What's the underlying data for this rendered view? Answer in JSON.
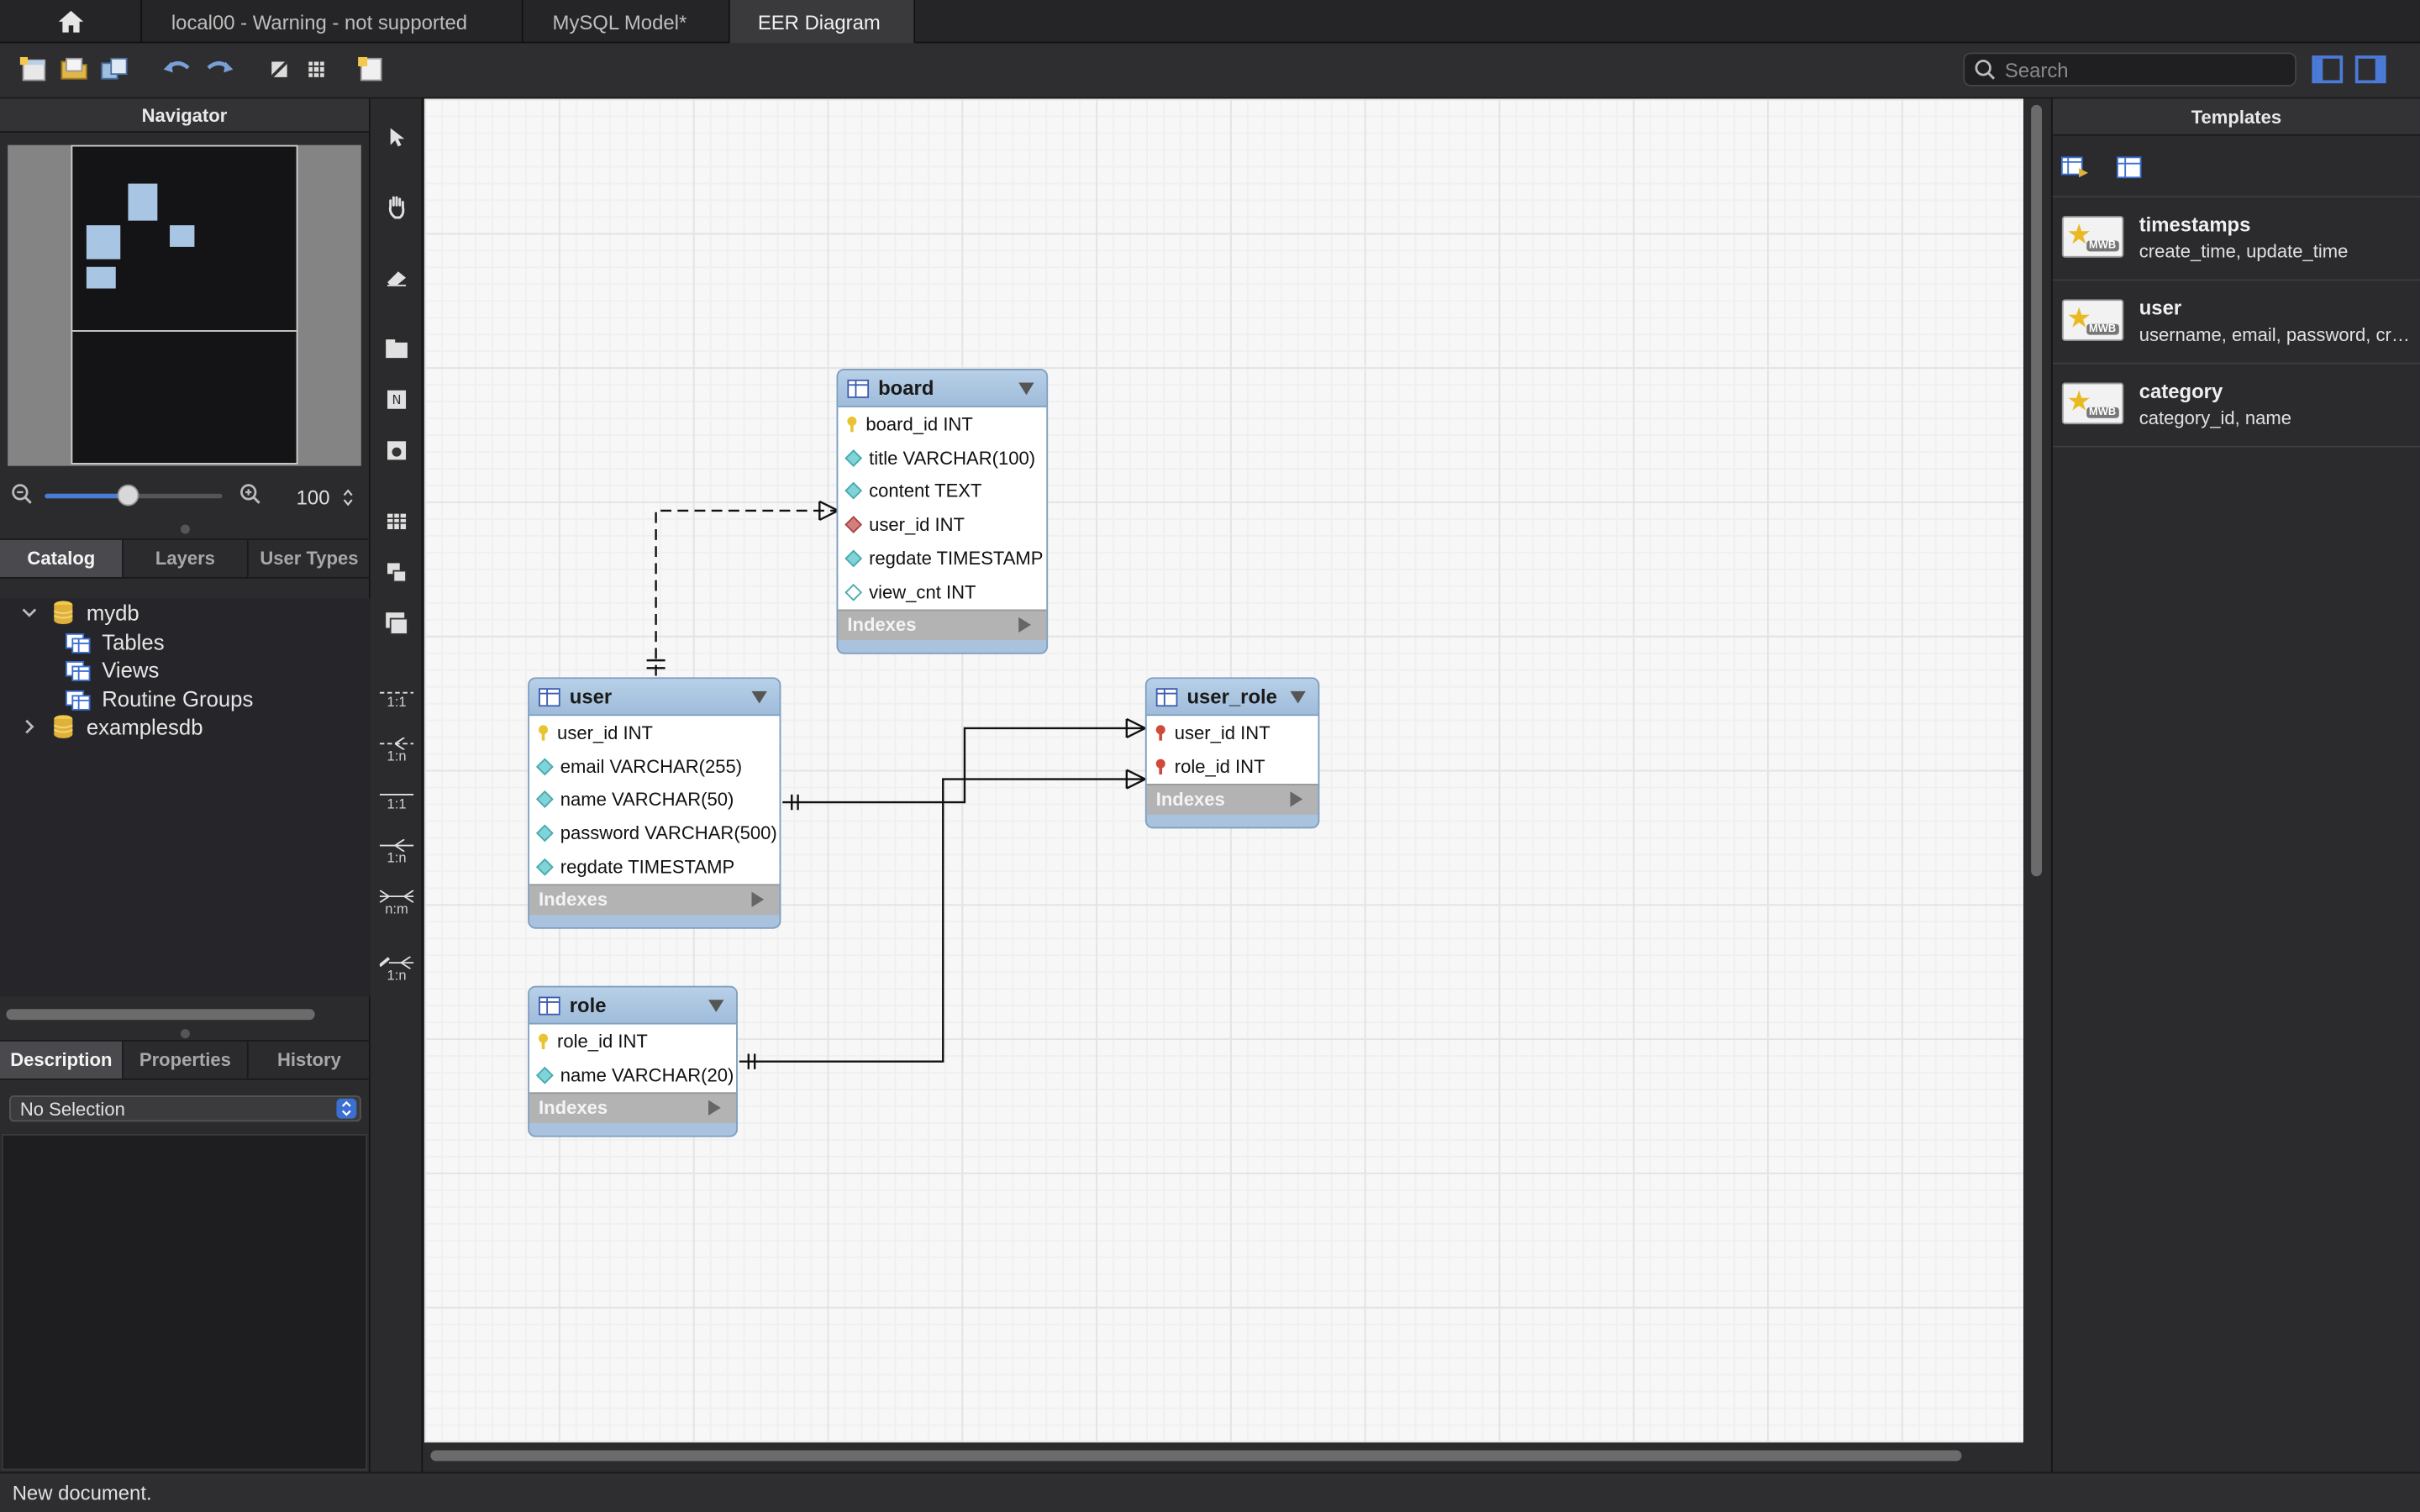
{
  "tabs": {
    "home_icon": "home-icon",
    "items": [
      {
        "label": "local00 - Warning - not supported"
      },
      {
        "label": "MySQL Model*"
      },
      {
        "label": "EER Diagram"
      }
    ]
  },
  "toolbar": {
    "search_placeholder": "Search"
  },
  "navigator": {
    "title": "Navigator",
    "zoom_value": "100"
  },
  "left_tabs": [
    "Catalog",
    "Layers",
    "User Types"
  ],
  "catalog": {
    "items": [
      {
        "label": "mydb"
      },
      {
        "label": "Tables"
      },
      {
        "label": "Views"
      },
      {
        "label": "Routine Groups"
      },
      {
        "label": "examplesdb"
      }
    ]
  },
  "bottom_tabs": [
    "Description",
    "Properties",
    "History"
  ],
  "description": {
    "selection": "No Selection"
  },
  "palette": {
    "labels": [
      "1:1",
      "1:n",
      "1:1",
      "1:n",
      "n:m",
      "1:n"
    ]
  },
  "tables": [
    {
      "name": "board",
      "columns": [
        {
          "text": "board_id INT",
          "kind": "pk"
        },
        {
          "text": "title VARCHAR(100)",
          "kind": "attr"
        },
        {
          "text": "content TEXT",
          "kind": "attr"
        },
        {
          "text": "user_id INT",
          "kind": "fk"
        },
        {
          "text": "regdate TIMESTAMP",
          "kind": "attr"
        },
        {
          "text": "view_cnt INT",
          "kind": "null"
        }
      ],
      "indexes_label": "Indexes"
    },
    {
      "name": "user",
      "columns": [
        {
          "text": "user_id INT",
          "kind": "pk"
        },
        {
          "text": "email VARCHAR(255)",
          "kind": "attr"
        },
        {
          "text": "name VARCHAR(50)",
          "kind": "attr"
        },
        {
          "text": "password VARCHAR(500)",
          "kind": "attr"
        },
        {
          "text": "regdate TIMESTAMP",
          "kind": "attr"
        }
      ],
      "indexes_label": "Indexes"
    },
    {
      "name": "user_role",
      "columns": [
        {
          "text": "user_id INT",
          "kind": "pkfk"
        },
        {
          "text": "role_id INT",
          "kind": "pkfk"
        }
      ],
      "indexes_label": "Indexes"
    },
    {
      "name": "role",
      "columns": [
        {
          "text": "role_id INT",
          "kind": "pk"
        },
        {
          "text": "name VARCHAR(20)",
          "kind": "attr"
        }
      ],
      "indexes_label": "Indexes"
    }
  ],
  "templates": {
    "title": "Templates",
    "items": [
      {
        "name": "timestamps",
        "desc": "create_time, update_time"
      },
      {
        "name": "user",
        "desc": "username, email, password, create_time"
      },
      {
        "name": "category",
        "desc": "category_id, name"
      }
    ]
  },
  "status": {
    "text": "New document."
  }
}
